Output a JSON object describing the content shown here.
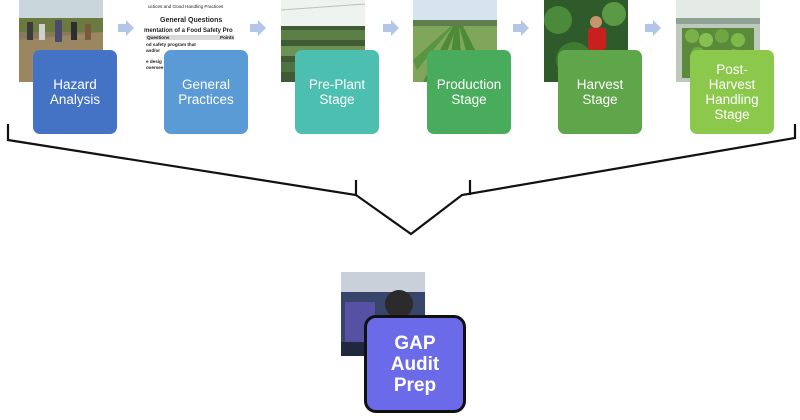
{
  "steps": [
    {
      "label": "Hazard\nAnalysis",
      "color": "#4472c4",
      "photo": "farm-field-people-photo"
    },
    {
      "label": "General\nPractices",
      "color": "#5b9bd5",
      "photo": "questionnaire-document-photo"
    },
    {
      "label": "Pre-Plant\nStage",
      "color": "#4dbfb0",
      "photo": "greenhouse-seedlings-photo"
    },
    {
      "label": "Production\nStage",
      "color": "#49ac5c",
      "photo": "crop-rows-photo"
    },
    {
      "label": "Harvest\nStage",
      "color": "#5fa54a",
      "photo": "worker-harvesting-photo"
    },
    {
      "label": "Post-\nHarvest\nHandling\nStage",
      "color": "#8cc84b",
      "photo": "packed-produce-photo"
    }
  ],
  "document": {
    "header": "uctices and Good Handling Practices",
    "title": "General Questions",
    "subtitle": "mentation of a Food Safety Pro",
    "col1": "Questions",
    "col2": "Points",
    "row1": "od safety program that",
    "row2": "and/or",
    "row3": "e desig",
    "row4": "oversee"
  },
  "final": {
    "label": "GAP\nAudit\nPrep",
    "color": "#6b6bea",
    "photo": "inspection-photo"
  },
  "separator_color": "#b4c6e7"
}
